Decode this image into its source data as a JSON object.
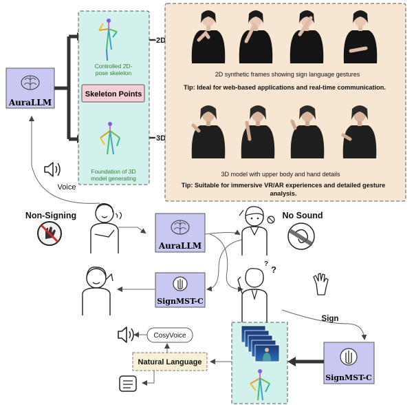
{
  "labels": {
    "aura_top": "AuraLLM",
    "aura_mid": "AuraLLM",
    "skeleton_points": "Skeleton Points",
    "skeleton_2d": [
      "Controlled 2D-",
      "pose skeleton"
    ],
    "skeleton_3d": [
      "Foundation of 3D",
      "model generating"
    ],
    "tag_2d": "2D",
    "tag_3d": "3D",
    "caption_2d": "2D synthetic frames showing sign language gestures",
    "tip_2d": "Tip: Ideal for web-based applications and real-time communication.",
    "caption_3d": "3D model with upper body and hand details",
    "tip_3d": [
      "Tip: Suitable for immersive VR/AR experiences and detailed gesture",
      "analysis."
    ],
    "voice": "Voice",
    "non_signing": "Non-Signing",
    "no_sound": "No Sound",
    "signmst_mid": "SignMST-C",
    "signmst_bottom": "SignMST-C",
    "sign": "Sign",
    "cosyvoice": "CosyVoice",
    "natural_language": "Natural Language"
  },
  "icons": [
    "speaker-icon",
    "no-signing-icon",
    "no-sound-icon",
    "speaker-output-icon",
    "document-icon",
    "hand-gesture-icon",
    "brain-icon"
  ],
  "colors": {
    "llm_box": "#c9c8f3",
    "skeleton_panel": "#d3f1ec",
    "skeleton_points_box": "#f6cfd6",
    "output_panel": "#f7e6d2",
    "natural_language_box": "#faf0d8"
  }
}
